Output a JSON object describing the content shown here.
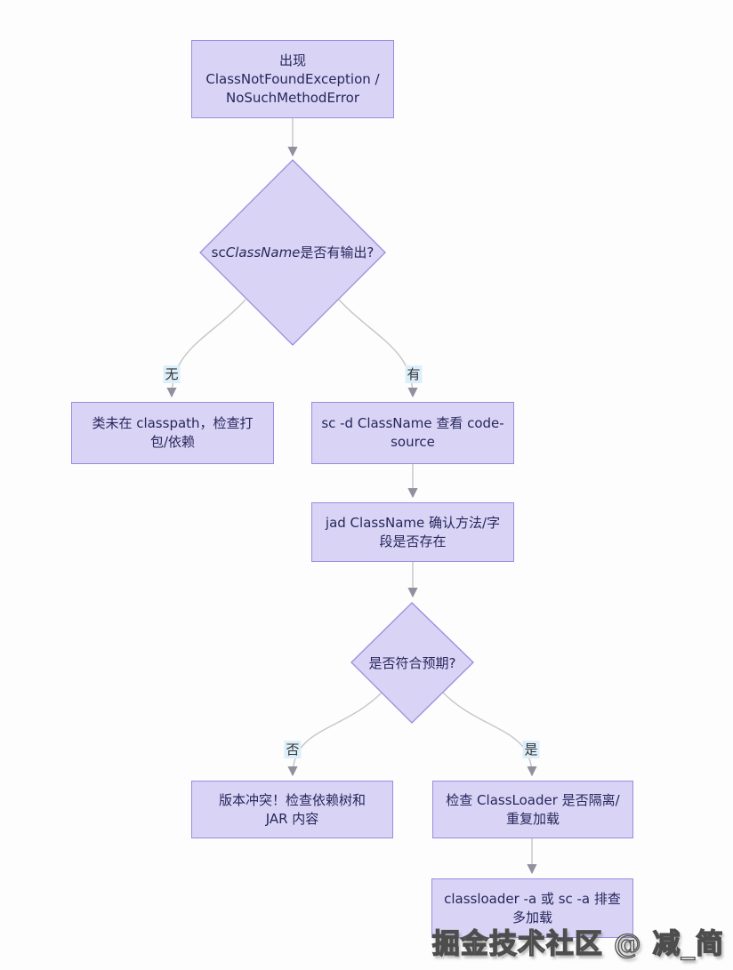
{
  "theme": {
    "background": "#fdfdfd",
    "node_fill": "#d9d4f5",
    "node_border": "#9a8ce0",
    "node_text": "#26265c",
    "edge_color": "#c8c8c8",
    "arrow_color": "#90909e",
    "edge_label_bg": "#dceef9",
    "edge_label_text": "#333333",
    "watermark_outline": "#4d4d4d"
  },
  "flowchart": {
    "nodes": {
      "start": {
        "lines": [
          "出现",
          "ClassNotFoundException /",
          "NoSuchMethodError"
        ]
      },
      "sc_check": {
        "pre": "sc ",
        "italic": "ClassName",
        "post": " 是否有输出?"
      },
      "not_in_classpath": {
        "lines": [
          "类未在 classpath，检查打",
          "包/依赖"
        ]
      },
      "sc_d_codesource": {
        "lines": [
          "sc -d ClassName 查看 code-",
          "source"
        ]
      },
      "jad_confirm": {
        "lines": [
          "jad ClassName 确认方法/字",
          "段是否存在"
        ]
      },
      "expectation": {
        "text": "是否符合预期?"
      },
      "version_conflict": {
        "lines": [
          "版本冲突！检查依赖树和",
          "JAR 内容"
        ]
      },
      "classloader_check": {
        "lines": [
          "检查 ClassLoader 是否隔离/",
          "重复加载"
        ]
      },
      "multi_load": {
        "lines": [
          "classloader -a 或 sc -a 排查",
          "多加载"
        ]
      }
    },
    "edge_labels": {
      "no1": "无",
      "yes1": "有",
      "no2": "否",
      "yes2": "是"
    }
  },
  "watermark": {
    "text": "掘金技术社区 @ 减_简"
  }
}
